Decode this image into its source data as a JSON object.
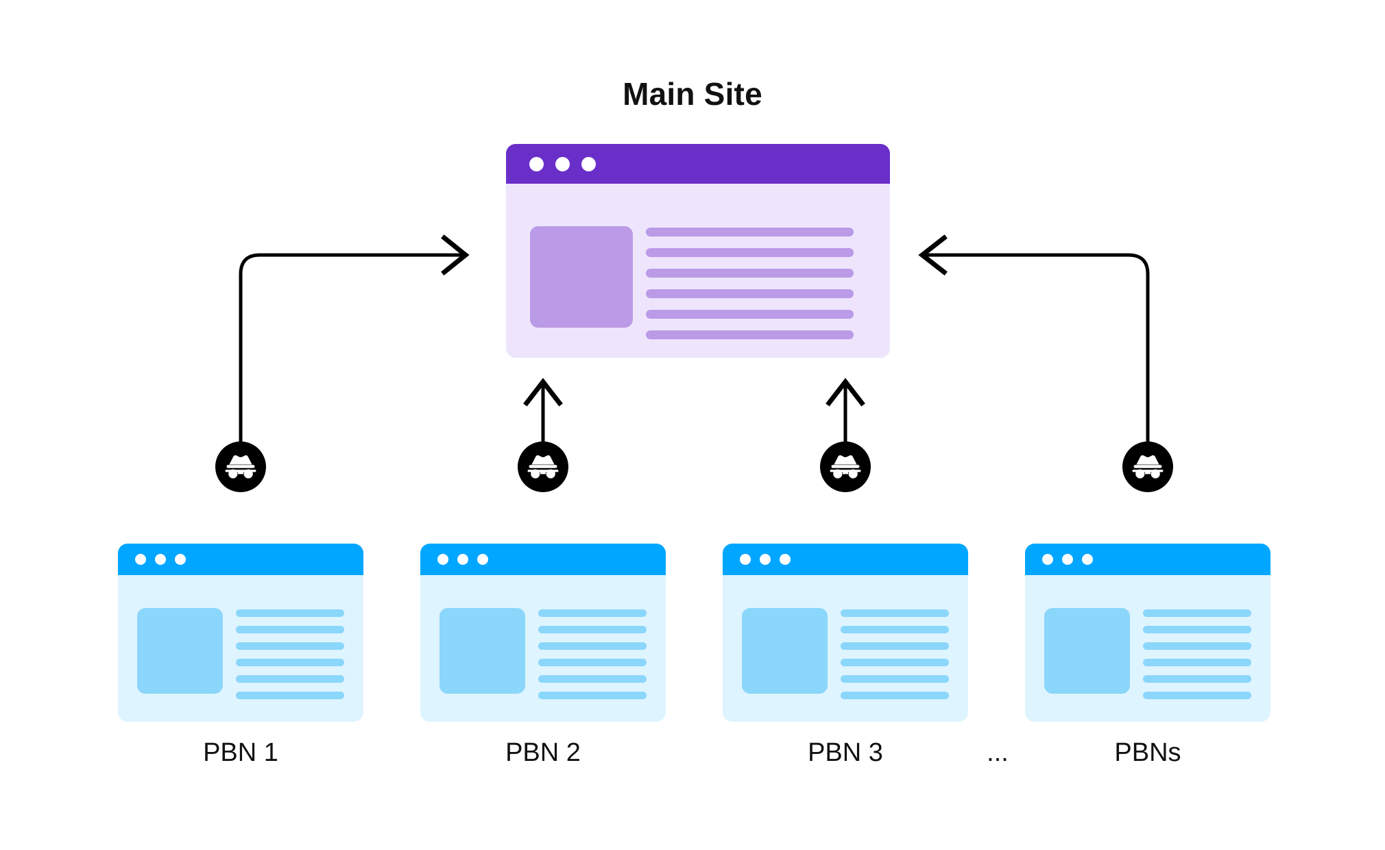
{
  "diagram": {
    "title": "Main Site",
    "background_color": "#ffffff",
    "accent_purple": "#6A2FC8",
    "accent_purple_light": "#EEE5FC",
    "accent_purple_mid": "#BB9AE8",
    "accent_blue": "#00A6FF",
    "accent_blue_light": "#DEF4FE",
    "accent_blue_mid": "#8BD6FB",
    "connector_color": "#000000"
  },
  "main_site": {
    "label": "Main Site",
    "window_dots": [
      "dot",
      "dot",
      "dot"
    ],
    "content_lines": 6,
    "has_thumbnail": true
  },
  "nodes": [
    {
      "id": "pbn-1",
      "label": "PBN 1",
      "window_dots": [
        "dot",
        "dot",
        "dot"
      ],
      "content_lines": 6,
      "has_thumbnail": true,
      "badge": "incognito-icon",
      "link_direction": "to-main-site"
    },
    {
      "id": "pbn-2",
      "label": "PBN 2",
      "window_dots": [
        "dot",
        "dot",
        "dot"
      ],
      "content_lines": 6,
      "has_thumbnail": true,
      "badge": "incognito-icon",
      "link_direction": "to-main-site"
    },
    {
      "id": "pbn-3",
      "label": "PBN 3",
      "window_dots": [
        "dot",
        "dot",
        "dot"
      ],
      "content_lines": 6,
      "has_thumbnail": true,
      "badge": "incognito-icon",
      "link_direction": "to-main-site"
    },
    {
      "id": "pbn-n",
      "label": "PBNs",
      "window_dots": [
        "dot",
        "dot",
        "dot"
      ],
      "content_lines": 6,
      "has_thumbnail": true,
      "badge": "incognito-icon",
      "link_direction": "to-main-site"
    }
  ],
  "ellipsis": {
    "label": "..."
  },
  "chart_data": {
    "type": "diagram",
    "title": "Main Site",
    "description": "Private Blog Network (PBN) backlink diagram: four PBN sites each link to one Main Site.",
    "center_node": "Main Site",
    "leaf_nodes": [
      "PBN 1",
      "PBN 2",
      "PBN 3",
      "PBNs"
    ],
    "edges": [
      {
        "from": "PBN 1",
        "to": "Main Site",
        "style": "elbow-right-arrow",
        "badge": "incognito-icon"
      },
      {
        "from": "PBN 2",
        "to": "Main Site",
        "style": "straight-up-arrow",
        "badge": "incognito-icon"
      },
      {
        "from": "PBN 3",
        "to": "Main Site",
        "style": "straight-up-arrow",
        "badge": "incognito-icon"
      },
      {
        "from": "PBNs",
        "to": "Main Site",
        "style": "elbow-left-arrow",
        "badge": "incognito-icon"
      }
    ]
  }
}
